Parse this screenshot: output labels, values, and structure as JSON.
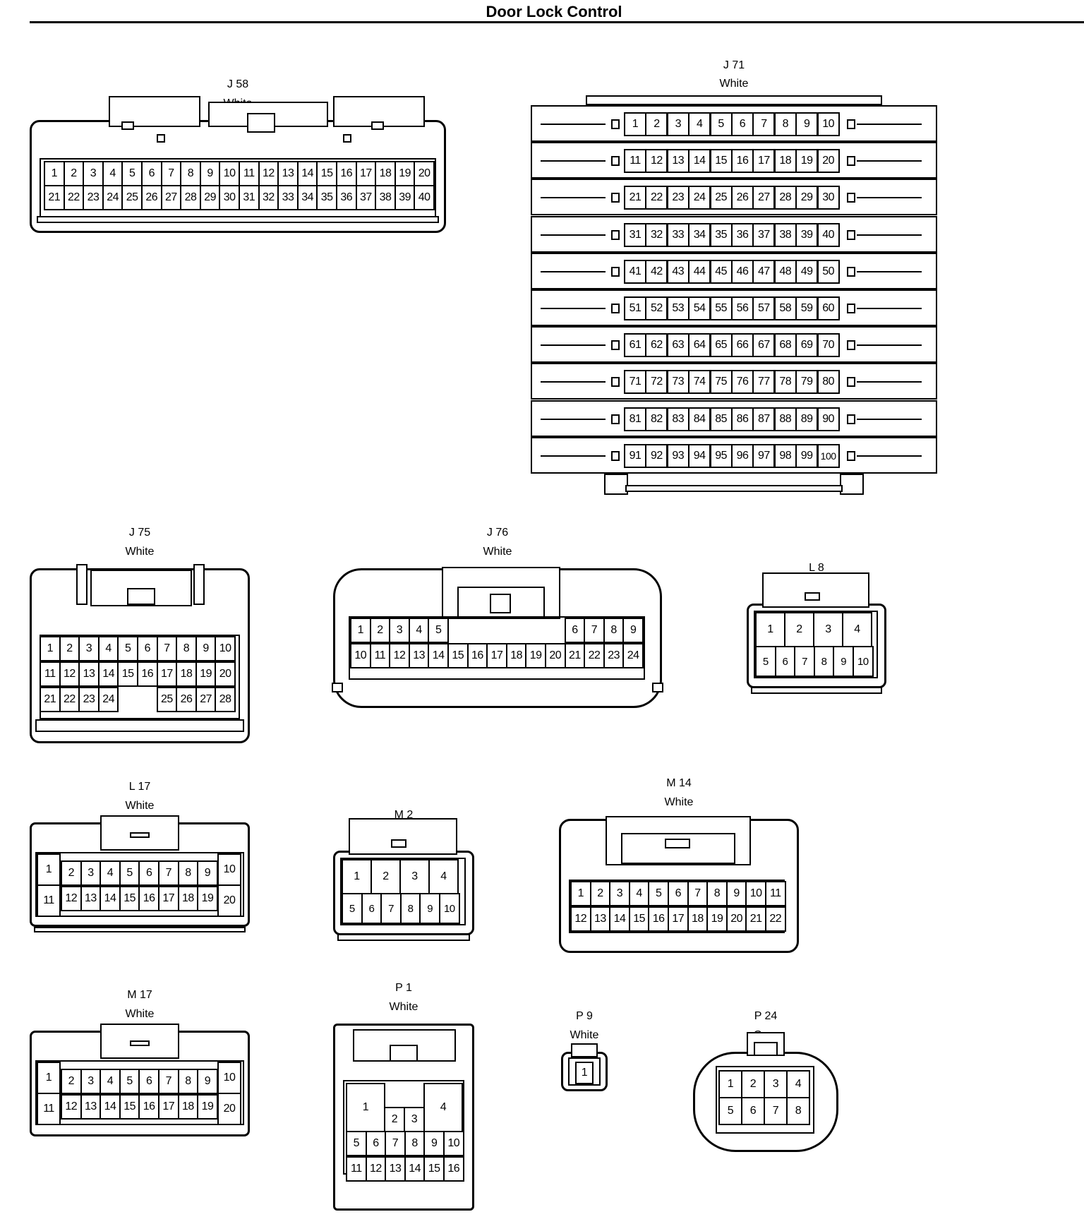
{
  "page_title": "Door Lock Control",
  "connectors": [
    {
      "key": "j58",
      "id": "J 58",
      "color": "White",
      "pins": [
        "1",
        "2",
        "3",
        "4",
        "5",
        "6",
        "7",
        "8",
        "9",
        "10",
        "11",
        "12",
        "13",
        "14",
        "15",
        "16",
        "17",
        "18",
        "19",
        "20",
        "21",
        "22",
        "23",
        "24",
        "25",
        "26",
        "27",
        "28",
        "29",
        "30",
        "31",
        "32",
        "33",
        "34",
        "35",
        "36",
        "37",
        "38",
        "39",
        "40"
      ]
    },
    {
      "key": "j71",
      "id": "J 71",
      "color": "White",
      "pin_rows": [
        [
          "1",
          "2",
          "3",
          "4",
          "5",
          "6",
          "7",
          "8",
          "9",
          "10"
        ],
        [
          "11",
          "12",
          "13",
          "14",
          "15",
          "16",
          "17",
          "18",
          "19",
          "20"
        ],
        [
          "21",
          "22",
          "23",
          "24",
          "25",
          "26",
          "27",
          "28",
          "29",
          "30"
        ],
        [
          "31",
          "32",
          "33",
          "34",
          "35",
          "36",
          "37",
          "38",
          "39",
          "40"
        ],
        [
          "41",
          "42",
          "43",
          "44",
          "45",
          "46",
          "47",
          "48",
          "49",
          "50"
        ],
        [
          "51",
          "52",
          "53",
          "54",
          "55",
          "56",
          "57",
          "58",
          "59",
          "60"
        ],
        [
          "61",
          "62",
          "63",
          "64",
          "65",
          "66",
          "67",
          "68",
          "69",
          "70"
        ],
        [
          "71",
          "72",
          "73",
          "74",
          "75",
          "76",
          "77",
          "78",
          "79",
          "80"
        ],
        [
          "81",
          "82",
          "83",
          "84",
          "85",
          "86",
          "87",
          "88",
          "89",
          "90"
        ],
        [
          "91",
          "92",
          "93",
          "94",
          "95",
          "96",
          "97",
          "98",
          "99",
          "100"
        ]
      ]
    },
    {
      "key": "j75",
      "id": "J 75",
      "color": "White",
      "pins": [
        "1",
        "2",
        "3",
        "4",
        "5",
        "6",
        "7",
        "8",
        "9",
        "10",
        "11",
        "12",
        "13",
        "14",
        "15",
        "16",
        "17",
        "18",
        "19",
        "20",
        "21",
        "22",
        "23",
        "24",
        "25",
        "26",
        "27",
        "28"
      ]
    },
    {
      "key": "j76",
      "id": "J 76",
      "color": "White",
      "pins": [
        "1",
        "2",
        "3",
        "4",
        "5",
        "6",
        "7",
        "8",
        "9",
        "10",
        "11",
        "12",
        "13",
        "14",
        "15",
        "16",
        "17",
        "18",
        "19",
        "20",
        "21",
        "22",
        "23",
        "24"
      ]
    },
    {
      "key": "l8",
      "id": "L 8",
      "color": "White",
      "pins": [
        "1",
        "2",
        "3",
        "4",
        "5",
        "6",
        "7",
        "8",
        "9",
        "10"
      ]
    },
    {
      "key": "l17",
      "id": "L 17",
      "color": "White",
      "pins": [
        "1",
        "2",
        "3",
        "4",
        "5",
        "6",
        "7",
        "8",
        "9",
        "10",
        "11",
        "12",
        "13",
        "14",
        "15",
        "16",
        "17",
        "18",
        "19",
        "20"
      ]
    },
    {
      "key": "m2",
      "id": "M 2",
      "color": "White",
      "pins": [
        "1",
        "2",
        "3",
        "4",
        "5",
        "6",
        "7",
        "8",
        "9",
        "10"
      ]
    },
    {
      "key": "m14",
      "id": "M 14",
      "color": "White",
      "pins": [
        "1",
        "2",
        "3",
        "4",
        "5",
        "6",
        "7",
        "8",
        "9",
        "10",
        "11",
        "12",
        "13",
        "14",
        "15",
        "16",
        "17",
        "18",
        "19",
        "20",
        "21",
        "22"
      ]
    },
    {
      "key": "m17",
      "id": "M 17",
      "color": "White",
      "pins": [
        "1",
        "2",
        "3",
        "4",
        "5",
        "6",
        "7",
        "8",
        "9",
        "10",
        "11",
        "12",
        "13",
        "14",
        "15",
        "16",
        "17",
        "18",
        "19",
        "20"
      ]
    },
    {
      "key": "p1",
      "id": "P 1",
      "color": "White",
      "pins": [
        "1",
        "2",
        "3",
        "4",
        "5",
        "6",
        "7",
        "8",
        "9",
        "10",
        "11",
        "12",
        "13",
        "14",
        "15",
        "16"
      ]
    },
    {
      "key": "p9",
      "id": "P 9",
      "color": "White",
      "pins": [
        "1"
      ]
    },
    {
      "key": "p24",
      "id": "P 24",
      "color": "Gray",
      "pins": [
        "1",
        "2",
        "3",
        "4",
        "5",
        "6",
        "7",
        "8"
      ]
    }
  ]
}
